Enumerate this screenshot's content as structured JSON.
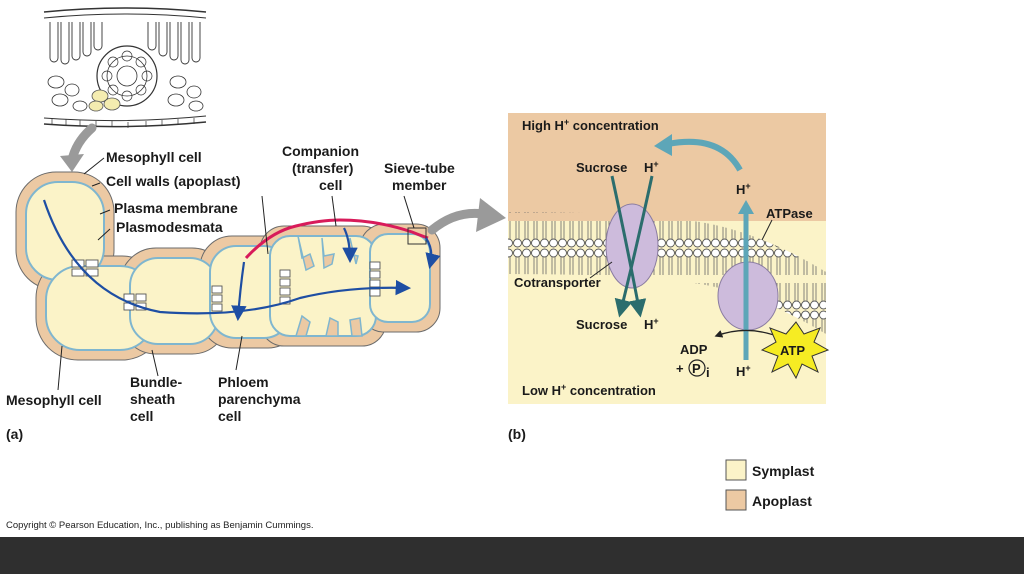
{
  "panel_a": {
    "tag": "(a)",
    "labels": {
      "mesophyll_top": "Mesophyll cell",
      "cell_walls": "Cell walls (apoplast)",
      "plasma_membrane": "Plasma membrane",
      "plasmodesmata": "Plasmodesmata",
      "companion_l1": "Companion",
      "companion_l2": "(transfer)",
      "companion_l3": "cell",
      "sieve_l1": "Sieve-tube",
      "sieve_l2": "member",
      "mesophyll_bottom": "Mesophyll cell",
      "bundle_l1": "Bundle-",
      "bundle_l2": "sheath",
      "bundle_l3": "cell",
      "phloem_l1": "Phloem",
      "phloem_l2": "parenchyma",
      "phloem_l3": "cell"
    }
  },
  "panel_b": {
    "tag": "(b)",
    "high": "High H",
    "high_tail": " concentration",
    "low": "Low H",
    "low_tail": " concentration",
    "sup_plus": "+",
    "sucrose_top": "Sucrose",
    "sucrose_bottom": "Sucrose",
    "h": "H",
    "cotransporter": "Cotransporter",
    "atpase": "ATPase",
    "adp": "ADP",
    "plus": "+",
    "pi": "P",
    "pi_sub": "i",
    "atp": "ATP"
  },
  "legend": {
    "symplast": "Symplast",
    "apoplast": "Apoplast"
  },
  "copyright": "Copyright © Pearson Education, Inc., publishing as Benjamin Cummings.",
  "colors": {
    "symplast": "#fbf3c8",
    "apoplast": "#ecc9a3",
    "membrane": "#aacfe0",
    "arrow_blue": "#1e4ea3",
    "teal": "#3d8a8a",
    "protein": "#cdbbdc",
    "sucrose_red": "#d81b5a",
    "atp_yellow": "#f6ec23"
  }
}
